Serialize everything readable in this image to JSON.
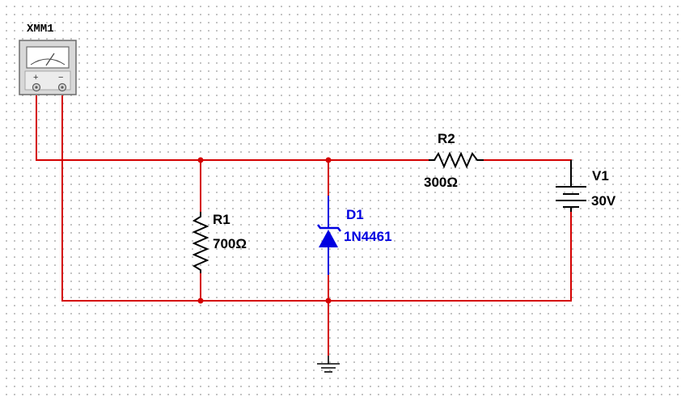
{
  "colors": {
    "wire": "#d40000",
    "component": "#000000",
    "diode": "#0000e0",
    "junction": "#d40000"
  },
  "multimeter": {
    "name": "XMM1",
    "plus": "+",
    "minus": "−",
    "icon": "multimeter-icon"
  },
  "resistors": [
    {
      "ref": "R1",
      "value": "700Ω"
    },
    {
      "ref": "R2",
      "value": "300Ω"
    }
  ],
  "diode": {
    "ref": "D1",
    "part": "1N4461",
    "icon": "zener-diode-icon"
  },
  "source": {
    "ref": "V1",
    "value": "30V",
    "icon": "battery-icon"
  },
  "ground": {
    "icon": "ground-icon"
  }
}
